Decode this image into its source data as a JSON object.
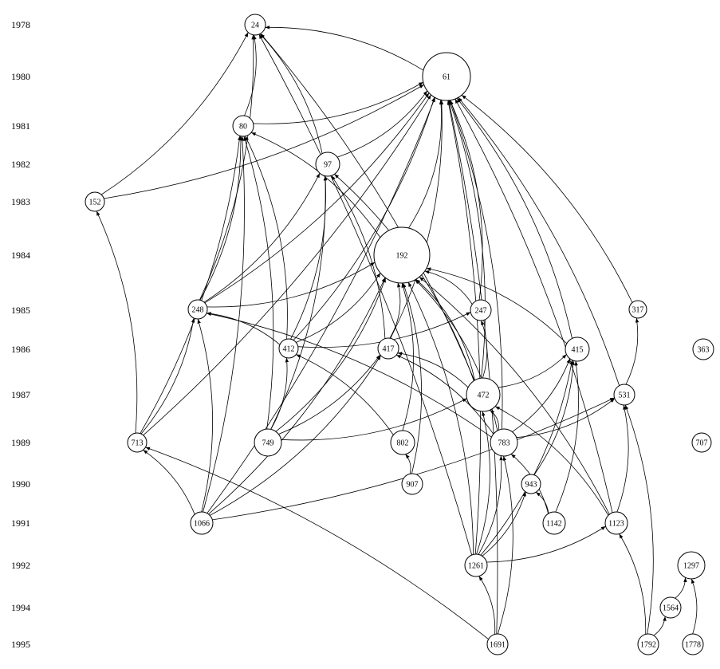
{
  "colors": {
    "background": "#ffffff",
    "ink": "#000000"
  },
  "years": [
    "1978",
    "1980",
    "1981",
    "1982",
    "1983",
    "1984",
    "1985",
    "1986",
    "1987",
    "1989",
    "1990",
    "1991",
    "1992",
    "1994",
    "1995"
  ],
  "nodes": [
    {
      "id": "24",
      "year": "1978"
    },
    {
      "id": "61",
      "year": "1980"
    },
    {
      "id": "80",
      "year": "1981"
    },
    {
      "id": "97",
      "year": "1982"
    },
    {
      "id": "152",
      "year": "1983"
    },
    {
      "id": "192",
      "year": "1984"
    },
    {
      "id": "248",
      "year": "1985"
    },
    {
      "id": "247",
      "year": "1985"
    },
    {
      "id": "317",
      "year": "1985"
    },
    {
      "id": "412",
      "year": "1986"
    },
    {
      "id": "417",
      "year": "1986"
    },
    {
      "id": "415",
      "year": "1986"
    },
    {
      "id": "363",
      "year": "1986"
    },
    {
      "id": "472",
      "year": "1987"
    },
    {
      "id": "531",
      "year": "1987"
    },
    {
      "id": "713",
      "year": "1989"
    },
    {
      "id": "749",
      "year": "1989"
    },
    {
      "id": "802",
      "year": "1989"
    },
    {
      "id": "783",
      "year": "1989"
    },
    {
      "id": "707",
      "year": "1989"
    },
    {
      "id": "907",
      "year": "1990"
    },
    {
      "id": "943",
      "year": "1990"
    },
    {
      "id": "1066",
      "year": "1991"
    },
    {
      "id": "1142",
      "year": "1991"
    },
    {
      "id": "1123",
      "year": "1991"
    },
    {
      "id": "1261",
      "year": "1992"
    },
    {
      "id": "1297",
      "year": "1992"
    },
    {
      "id": "1564",
      "year": "1994"
    },
    {
      "id": "1691",
      "year": "1995"
    },
    {
      "id": "1792",
      "year": "1995"
    },
    {
      "id": "1778",
      "year": "1995"
    }
  ],
  "edges": [
    [
      "61",
      "24"
    ],
    [
      "80",
      "24"
    ],
    [
      "97",
      "24"
    ],
    [
      "152",
      "24"
    ],
    [
      "248",
      "24"
    ],
    [
      "1261",
      "24"
    ],
    [
      "472",
      "24"
    ],
    [
      "80",
      "61"
    ],
    [
      "97",
      "61"
    ],
    [
      "192",
      "61"
    ],
    [
      "247",
      "61"
    ],
    [
      "248",
      "61"
    ],
    [
      "412",
      "61"
    ],
    [
      "417",
      "61"
    ],
    [
      "472",
      "61"
    ],
    [
      "415",
      "61"
    ],
    [
      "317",
      "61"
    ],
    [
      "531",
      "61"
    ],
    [
      "1123",
      "61"
    ],
    [
      "783",
      "61"
    ],
    [
      "713",
      "61"
    ],
    [
      "152",
      "61"
    ],
    [
      "1066",
      "61"
    ],
    [
      "1691",
      "61"
    ],
    [
      "1261",
      "61"
    ],
    [
      "248",
      "80"
    ],
    [
      "412",
      "80"
    ],
    [
      "713",
      "80"
    ],
    [
      "749",
      "80"
    ],
    [
      "1066",
      "80"
    ],
    [
      "192",
      "80"
    ],
    [
      "248",
      "97"
    ],
    [
      "412",
      "97"
    ],
    [
      "417",
      "97"
    ],
    [
      "749",
      "97"
    ],
    [
      "472",
      "97"
    ],
    [
      "248",
      "192"
    ],
    [
      "247",
      "192"
    ],
    [
      "412",
      "192"
    ],
    [
      "415",
      "192"
    ],
    [
      "417",
      "192"
    ],
    [
      "472",
      "192"
    ],
    [
      "749",
      "192"
    ],
    [
      "802",
      "192"
    ],
    [
      "907",
      "192"
    ],
    [
      "1066",
      "192"
    ],
    [
      "1123",
      "192"
    ],
    [
      "1261",
      "192"
    ],
    [
      "783",
      "192"
    ],
    [
      "412",
      "248"
    ],
    [
      "713",
      "248"
    ],
    [
      "1066",
      "248"
    ],
    [
      "783",
      "248"
    ],
    [
      "412",
      "247"
    ],
    [
      "472",
      "247"
    ],
    [
      "531",
      "317"
    ],
    [
      "749",
      "412"
    ],
    [
      "802",
      "412"
    ],
    [
      "749",
      "417"
    ],
    [
      "472",
      "417"
    ],
    [
      "783",
      "417"
    ],
    [
      "1066",
      "417"
    ],
    [
      "472",
      "415"
    ],
    [
      "783",
      "415"
    ],
    [
      "943",
      "415"
    ],
    [
      "1142",
      "415"
    ],
    [
      "1261",
      "415"
    ],
    [
      "749",
      "472"
    ],
    [
      "783",
      "472"
    ],
    [
      "1261",
      "472"
    ],
    [
      "1123",
      "472"
    ],
    [
      "783",
      "531"
    ],
    [
      "1123",
      "531"
    ],
    [
      "1792",
      "531"
    ],
    [
      "1066",
      "531"
    ],
    [
      "713",
      "152"
    ],
    [
      "1066",
      "713"
    ],
    [
      "1691",
      "713"
    ],
    [
      "907",
      "802"
    ],
    [
      "1142",
      "783"
    ],
    [
      "1261",
      "783"
    ],
    [
      "1691",
      "783"
    ],
    [
      "1142",
      "943"
    ],
    [
      "1261",
      "943"
    ],
    [
      "1261",
      "1123"
    ],
    [
      "1792",
      "1123"
    ],
    [
      "1691",
      "1261"
    ],
    [
      "1564",
      "1297"
    ],
    [
      "1778",
      "1297"
    ],
    [
      "1792",
      "1564"
    ]
  ]
}
